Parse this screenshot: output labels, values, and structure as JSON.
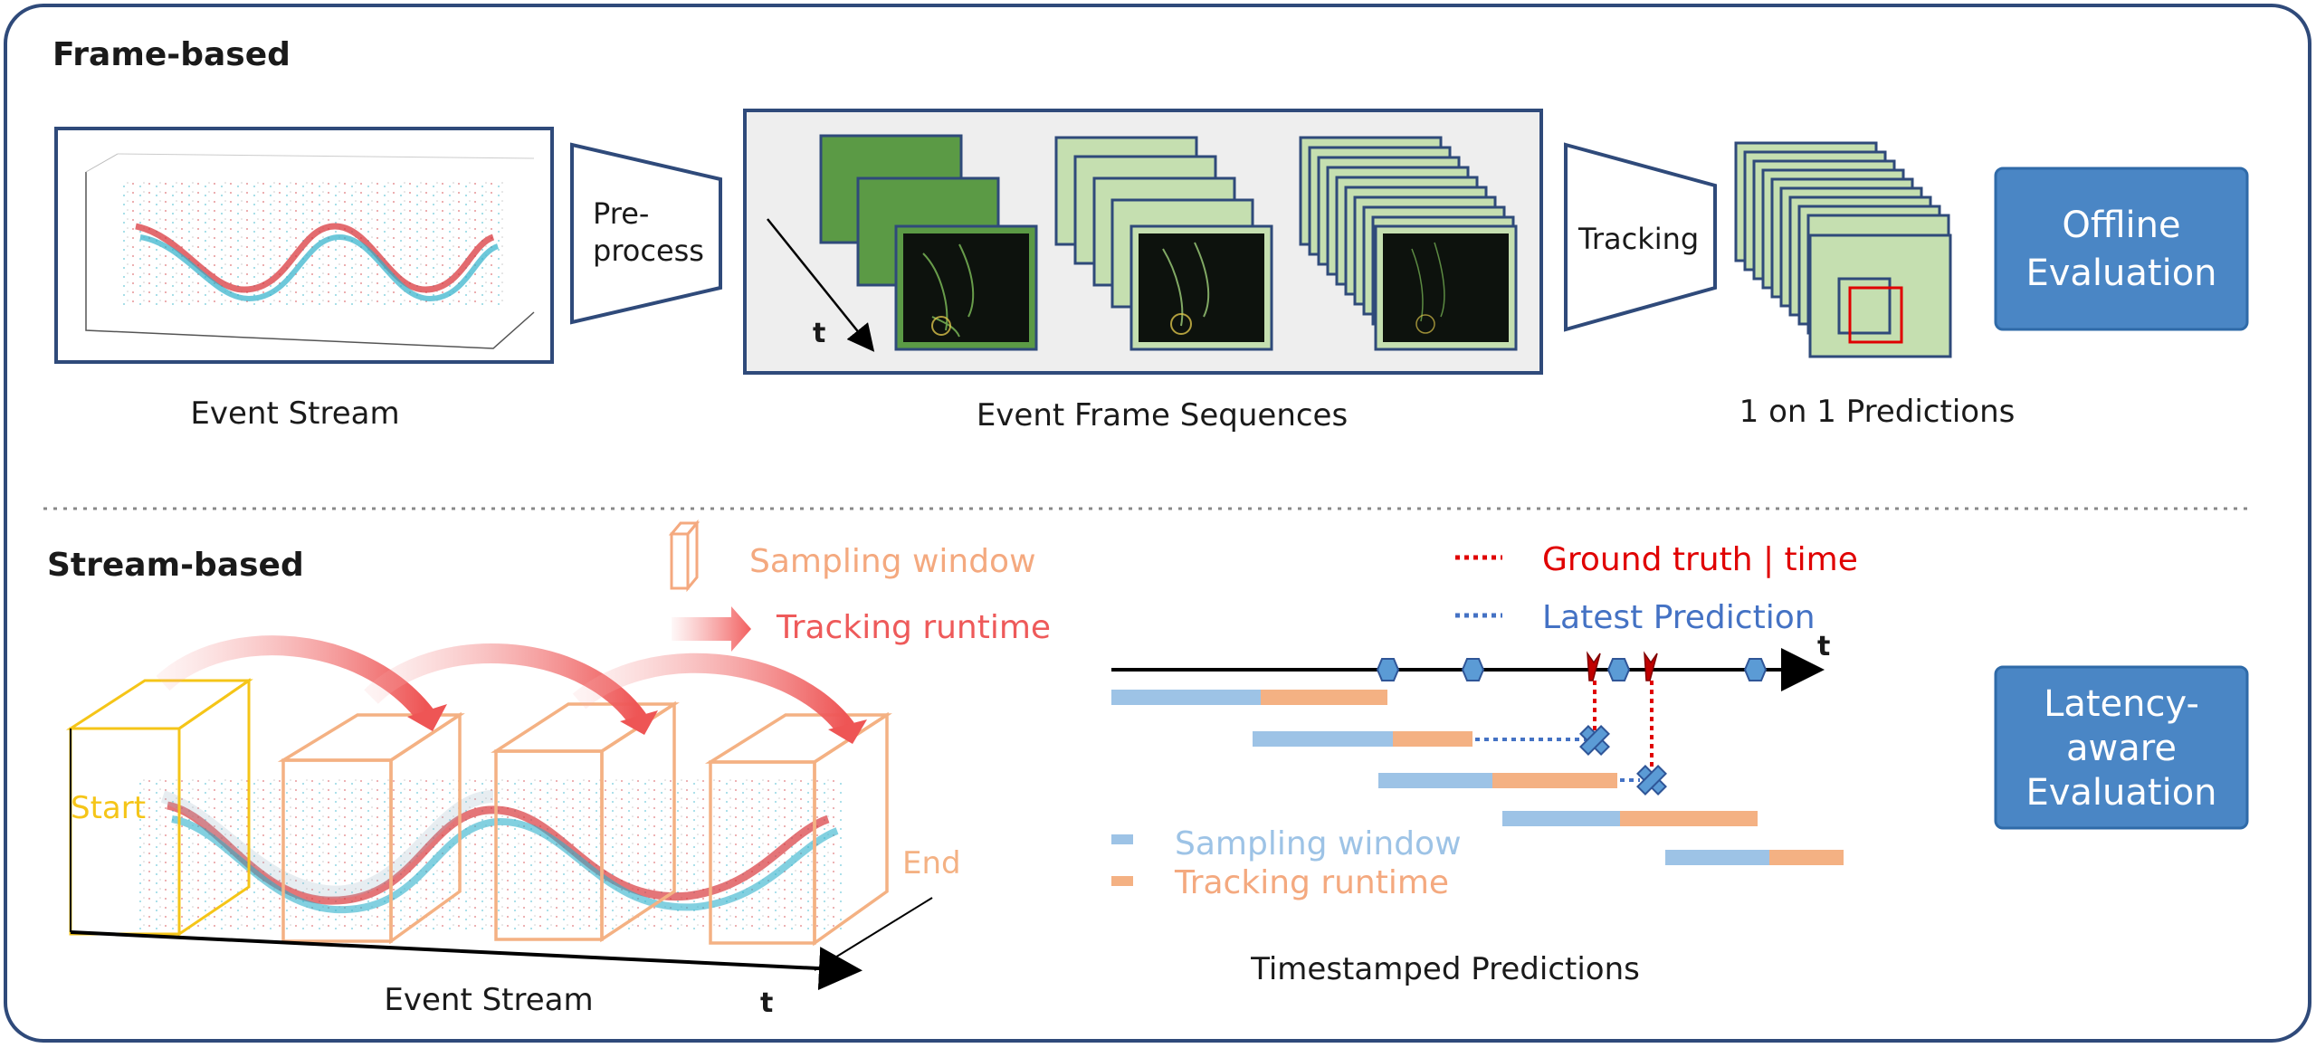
{
  "frame_based": {
    "title": "Frame-based",
    "event_stream_label": "Event Stream",
    "preprocess_label_line1": "Pre-",
    "preprocess_label_line2": "process",
    "time_axis_label": "t",
    "sequences_label": "Event Frame Sequences",
    "tracking_label": "Tracking",
    "predictions_label": "1 on 1 Predictions",
    "evaluation_line1": "Offline",
    "evaluation_line2": "Evaluation"
  },
  "stream_based": {
    "title": "Stream-based",
    "legend_sampling_window": "Sampling window",
    "legend_tracking_runtime": "Tracking runtime",
    "start_label": "Start",
    "end_label": "End",
    "event_stream_label": "Event Stream",
    "time_axis_label": "t",
    "gt_legend": "Ground truth | time",
    "latest_pred_legend": "Latest Prediction",
    "timeline_axis_label": "t",
    "bar_legend_sampling": "Sampling window",
    "bar_legend_runtime": "Tracking runtime",
    "timestamped_label": "Timestamped Predictions",
    "evaluation_line1": "Latency-",
    "evaluation_line2": "aware",
    "evaluation_line3": "Evaluation"
  },
  "colors": {
    "border_navy": "#2F4A7A",
    "eval_box": "#4A86C5",
    "frame_dark_green": "#5B9A45",
    "frame_light_green": "#C5DFB0",
    "sampling_blue": "#9DC3E6",
    "runtime_orange": "#F4B183",
    "legend_orange_text": "#F4A97F",
    "red": "#E00000",
    "blue_text": "#4472C4",
    "hexagon_blue": "#5B9BD5",
    "start_yellow": "#F5C518"
  },
  "icons": [
    "hexagon-marker-icon",
    "gt-flag-icon",
    "cross-marker-icon",
    "arrow-right-icon",
    "cube-icon"
  ]
}
